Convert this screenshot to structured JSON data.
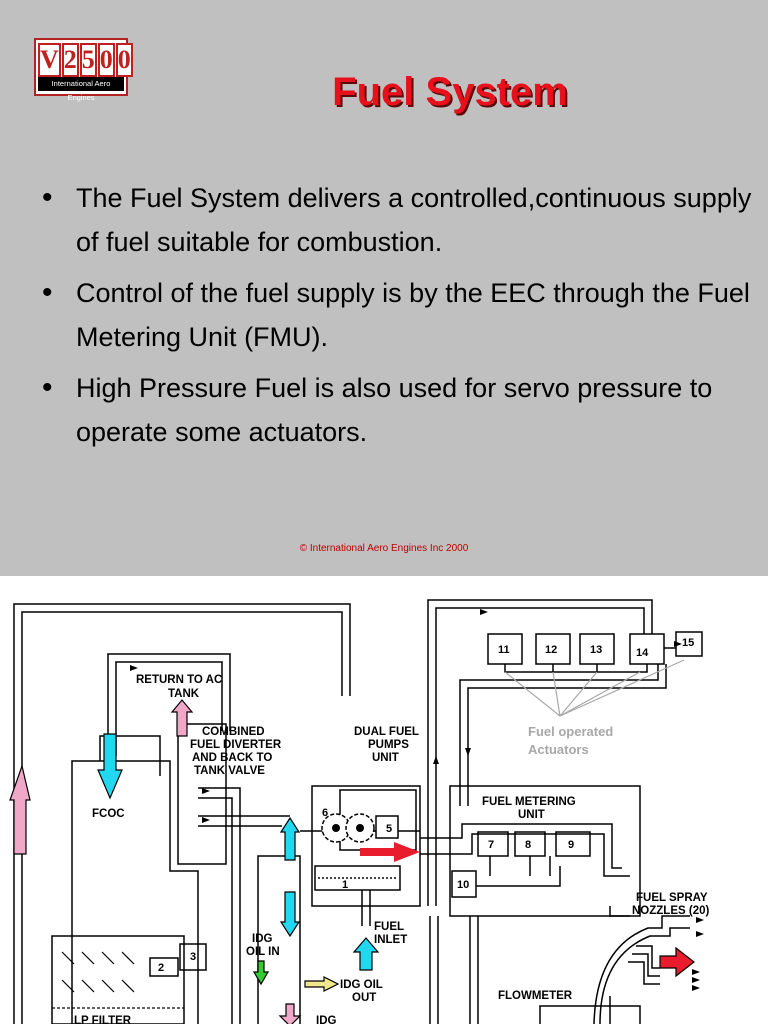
{
  "logo": {
    "characters": [
      "V",
      "2",
      "5",
      "0",
      "0"
    ],
    "subtitle": "International Aero Engines"
  },
  "title": "Fuel System",
  "bullets": [
    "The Fuel System delivers a controlled,continuous supply of fuel suitable for combustion.",
    "Control of the fuel supply is by the EEC through the Fuel Metering Unit (FMU).",
    "High Pressure Fuel is also used for servo pressure to operate some actuators."
  ],
  "copyright": "© International Aero Engines Inc 2000",
  "diagram": {
    "labels": {
      "return_to_ac_tank_line1": "RETURN TO AC",
      "return_to_ac_tank_line2": "TANK",
      "combined_valve_line1": "COMBINED",
      "combined_valve_line2": "FUEL DIVERTER",
      "combined_valve_line3": "AND BACK TO",
      "combined_valve_line4": "TANK VALVE",
      "dual_pumps_line1": "DUAL FUEL",
      "dual_pumps_line2": "PUMPS",
      "dual_pumps_line3": "UNIT",
      "fcoc": "FCOC",
      "fmu_line1": "FUEL METERING",
      "fmu_line2": "UNIT",
      "fuel_inlet_line1": "FUEL",
      "fuel_inlet_line2": "INLET",
      "idg_oil_in_line1": "IDG",
      "idg_oil_in_line2": "OIL IN",
      "idg_oil_out_line1": "IDG OIL",
      "idg_oil_out_line2": "OUT",
      "idg_bottom": "IDG",
      "lp_filter": "LP FILTER",
      "flowmeter": "FLOWMETER",
      "spray_nozzles_line1": "FUEL SPRAY",
      "spray_nozzles_line2": "NOZZLES (20)",
      "actuators_line1": "Fuel operated",
      "actuators_line2": "Actuators"
    },
    "component_numbers": {
      "n1": "1",
      "n2": "2",
      "n3": "3",
      "n5": "5",
      "n6": "6",
      "n7": "7",
      "n8": "8",
      "n9": "9",
      "n10": "10",
      "n11": "11",
      "n12": "12",
      "n13": "13",
      "n14": "14",
      "n15": "15"
    },
    "arrow_colors": {
      "cyan": "#22d8f0",
      "pink": "#f0a8c8",
      "red": "#e81c2c",
      "green": "#33cc33",
      "yellow": "#f0e68c"
    }
  }
}
